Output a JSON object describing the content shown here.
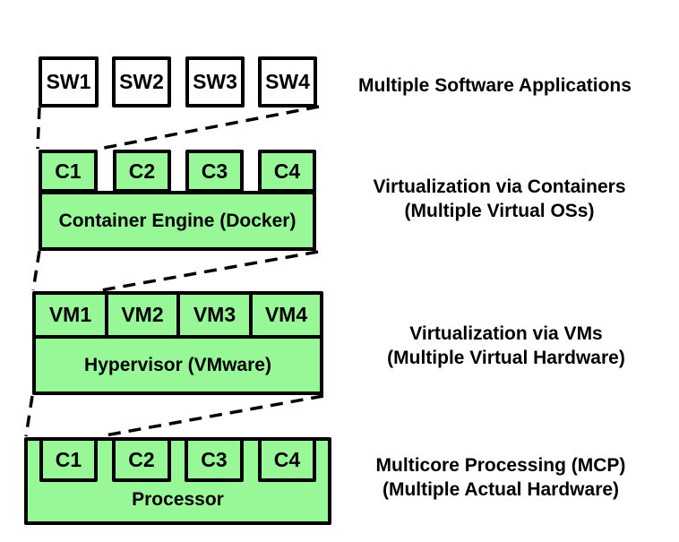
{
  "colors": {
    "layer_fill_green": "#98f898",
    "layer_fill_white": "#ffffff",
    "border": "#000000",
    "text": "#000000",
    "background": "#ffffff"
  },
  "layers": [
    {
      "name": "software-applications",
      "boxes": [
        "SW1",
        "SW2",
        "SW3",
        "SW4"
      ],
      "base_label": null,
      "caption": [
        "Multiple Software Applications"
      ]
    },
    {
      "name": "containers",
      "boxes": [
        "C1",
        "C2",
        "C3",
        "C4"
      ],
      "base_label": "Container Engine (Docker)",
      "caption": [
        "Virtualization via Containers",
        "(Multiple Virtual OSs)"
      ]
    },
    {
      "name": "virtual-machines",
      "boxes": [
        "VM1",
        "VM2",
        "VM3",
        "VM4"
      ],
      "base_label": "Hypervisor (VMware)",
      "caption": [
        "Virtualization via VMs",
        "(Multiple Virtual Hardware)"
      ]
    },
    {
      "name": "multicore-processor",
      "boxes": [
        "C1",
        "C2",
        "C3",
        "C4"
      ],
      "base_label": "Processor",
      "caption": [
        "Multicore Processing (MCP)",
        "(Multiple Actual Hardware)"
      ]
    }
  ]
}
